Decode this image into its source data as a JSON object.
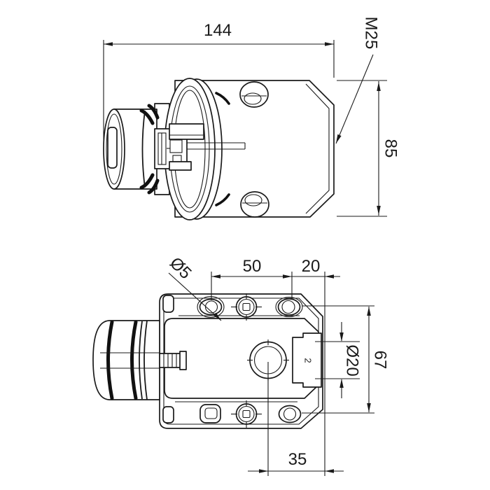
{
  "drawing": {
    "type": "technical-dimensional-drawing",
    "subject": "industrial plug connector, side view and bottom view",
    "colors": {
      "line": "#1a1a1a",
      "background": "#ffffff"
    },
    "side_view": {
      "dim_width": "144",
      "gland_label": "M25",
      "dim_height": "85"
    },
    "bottom_view": {
      "hole_dia_label": "Ø5",
      "dim_hole_spacing": "50",
      "dim_edge_offset": "20",
      "dim_entry_dia": "Ø20",
      "dim_row_spacing": "67",
      "dim_center_offset": "35",
      "terminal_marking": "2"
    }
  }
}
